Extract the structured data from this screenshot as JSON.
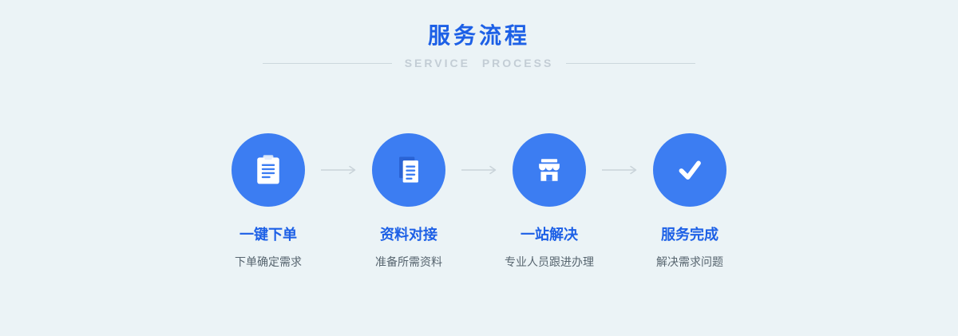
{
  "header": {
    "title": "服务流程",
    "subtitle": "SERVICE PROCESS"
  },
  "steps": [
    {
      "icon": "clipboard-icon",
      "title": "一键下单",
      "desc": "下单确定需求"
    },
    {
      "icon": "documents-icon",
      "title": "资料对接",
      "desc": "准备所需资料"
    },
    {
      "icon": "storefront-icon",
      "title": "一站解决",
      "desc": "专业人员跟进办理"
    },
    {
      "icon": "checkmark-icon",
      "title": "服务完成",
      "desc": "解决需求问题"
    }
  ],
  "colors": {
    "background": "#ebf3f6",
    "accent_blue": "#1d60e6",
    "circle_blue": "#3c7df2",
    "icon_dark_blue": "#2a63d4",
    "subtitle_gray": "#c3cdd5",
    "desc_gray": "#57656f",
    "arrow_gray": "#c9d3d9"
  }
}
